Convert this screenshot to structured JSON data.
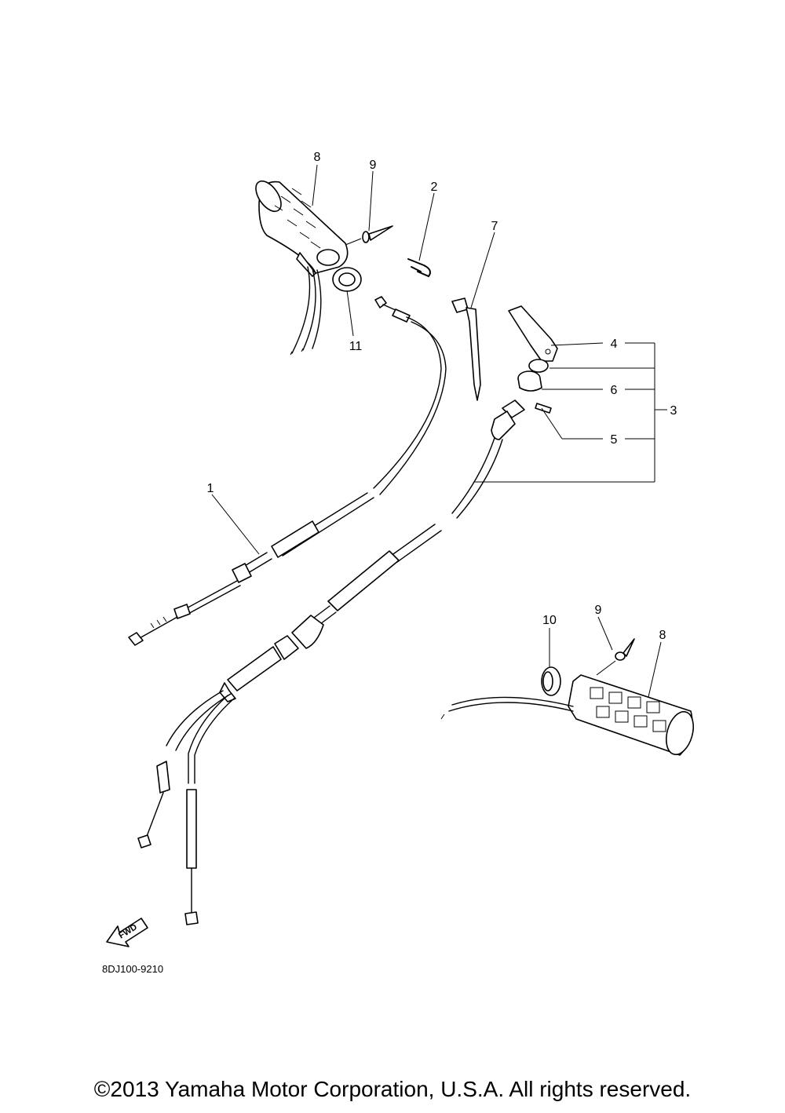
{
  "diagram": {
    "callouts": {
      "c1": "1",
      "c2": "2",
      "c3": "3",
      "c4": "4",
      "c5": "5",
      "c6": "6",
      "c7": "7",
      "c8a": "8",
      "c8b": "8",
      "c9a": "9",
      "c9b": "9",
      "c10": "10",
      "c11": "11"
    },
    "part_code": "8DJ100-9210",
    "fwd_label": "FWD"
  },
  "footer": {
    "copyright": "©2013 Yamaha Motor Corporation, U.S.A. All rights reserved."
  }
}
